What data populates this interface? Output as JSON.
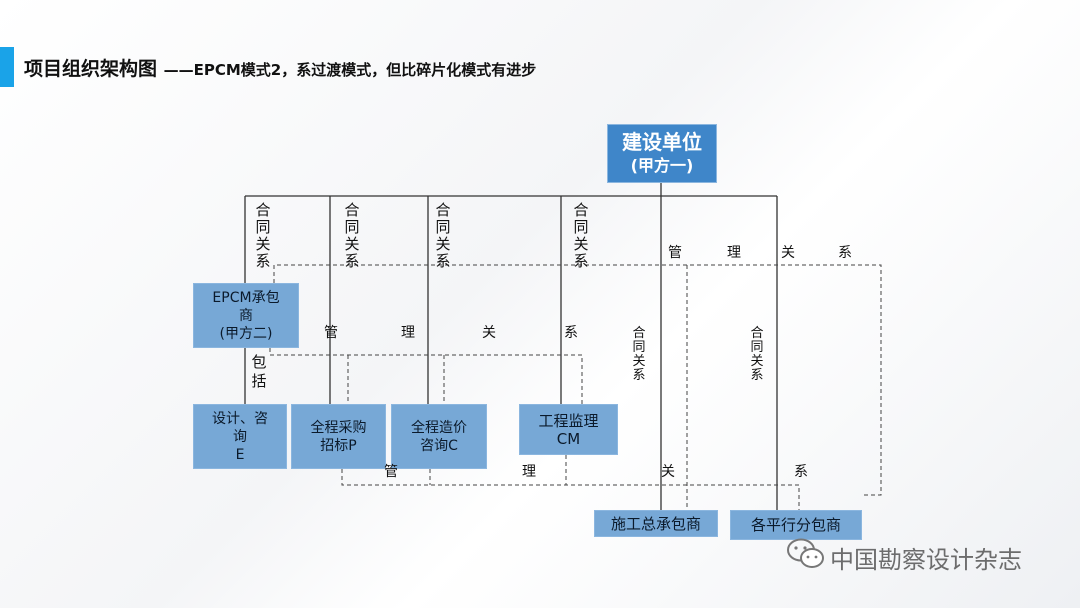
{
  "header": {
    "title_main": "项目组织架构图 ",
    "title_sub": "——EPCM模式2，系过渡模式，但比碎片化模式有进步"
  },
  "boxes": {
    "owner": [
      "建设单位",
      "(甲方一)"
    ],
    "epcm": [
      "EPCM承包",
      "商",
      "(甲方二)"
    ],
    "design": [
      "设计、咨",
      "询",
      "E"
    ],
    "procure": [
      "全程采购",
      "招标P"
    ],
    "cost": [
      "全程造价",
      "咨询C"
    ],
    "supervision": [
      "工程监理",
      "CM"
    ],
    "general_contractor": "施工总承包商",
    "parallel_subs": "各平行分包商"
  },
  "labels": {
    "contract": "合同关系",
    "include": "包括",
    "manage_chars": [
      "管",
      "理",
      "关",
      "系"
    ]
  },
  "watermark": "中国勘察设计杂志",
  "colors": {
    "accent": "#1aa3e8",
    "box_light": "#77a8d6",
    "box_dark": "#3f86c9"
  }
}
